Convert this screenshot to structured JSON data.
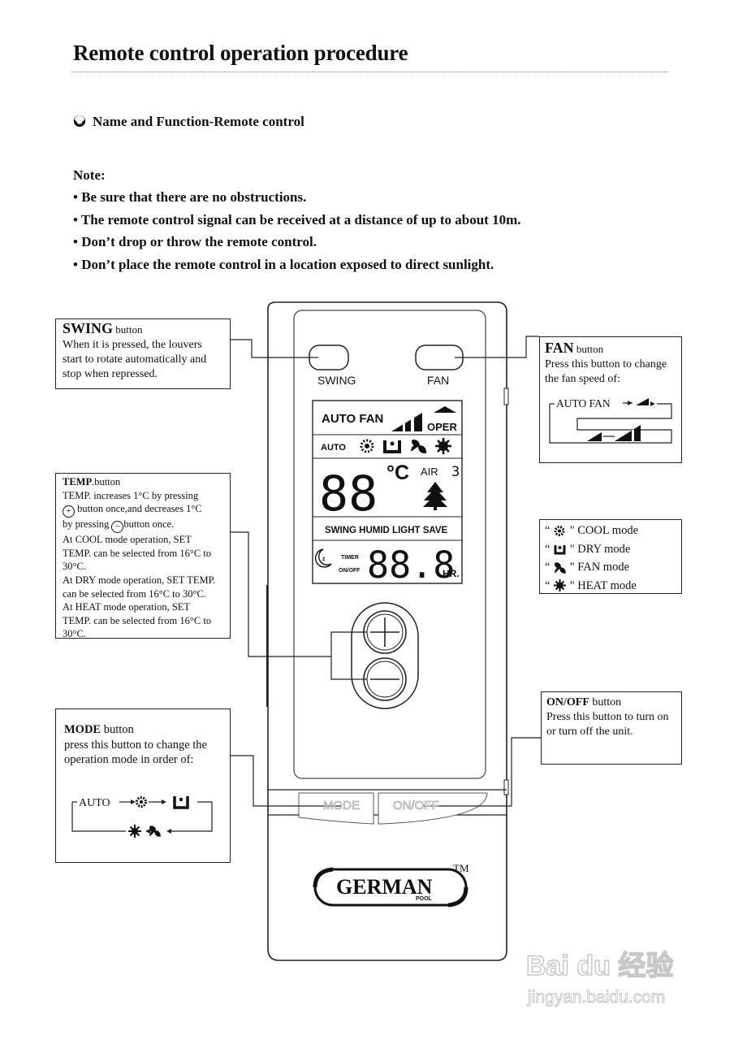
{
  "page": {
    "title": "Remote control operation procedure",
    "section": "Name and Function-Remote control"
  },
  "notes": {
    "title": "Note:",
    "items": [
      "• Be sure that there are no obstructions.",
      "• The remote control signal can be received at a distance of up to about 10m.",
      "• Don’t drop or throw the remote control.",
      "• Don’t place the remote control in a location exposed to direct sunlight."
    ]
  },
  "swing_box": {
    "title": "SWING",
    "title_suffix": " button",
    "lines": [
      "When it is pressed, the louvers",
      "start to rotate automatically and",
      "stop when repressed."
    ]
  },
  "fan_box": {
    "title": "FAN",
    "title_suffix": " button",
    "lines": [
      "Press this button to change",
      "the fan speed of:"
    ],
    "flow_start": "AUTO FAN"
  },
  "temp_box": {
    "title": "TEMP",
    "title_suffix": ".button",
    "lines": [
      "TEMP. increases 1°C by pressing",
      "button once,and decreases 1°C",
      "by pressing",
      "button once.",
      "At COOL mode operation, SET",
      "TEMP. can be selected from 16°C to",
      "30°C.",
      "At DRY mode operation, SET TEMP.",
      "can be selected from 16°C to 30°C.",
      "At HEAT mode operation, SET",
      "TEMP. can be selected from 16°C to",
      "30°C."
    ]
  },
  "modes_box": {
    "items": [
      {
        "icon": "snowflake-icon",
        "label": "\" COOL mode"
      },
      {
        "icon": "water-drop-icon",
        "label": "\" DRY mode"
      },
      {
        "icon": "fan-icon",
        "label": "\" FAN mode"
      },
      {
        "icon": "sun-icon",
        "label": "\" HEAT mode"
      }
    ]
  },
  "onoff_box": {
    "title": "ON/OFF",
    "title_suffix": " button",
    "lines": [
      "Press this button to turn on",
      "or turn off the unit."
    ]
  },
  "mode_box": {
    "title": "MODE",
    "title_suffix": " button",
    "lines": [
      "press this button to change the",
      "operation mode in order of:"
    ],
    "flow_start": "AUTO"
  },
  "remote": {
    "swing_label": "SWING",
    "fan_label": "FAN",
    "mode_label": "MODE",
    "onoff_label": "ON/OFF",
    "brand": "GERMAN",
    "brand_sub": "POOL",
    "trademark": "TM",
    "lcd": {
      "auto_fan": "AUTO  FAN",
      "oper": "OPER",
      "auto": "AUTO",
      "temp_digits": "88",
      "unit": "°C",
      "air": "AIR",
      "air_digit": "3",
      "functions": "SWING  HUMID LIGHT  SAVE",
      "timer": "TIMER",
      "onoff": "ON/OFF",
      "timer_digits": "88.8",
      "hr": "HR."
    }
  },
  "watermark": {
    "brand": "Bai du 经验",
    "url": "jingyan.baidu.com"
  }
}
